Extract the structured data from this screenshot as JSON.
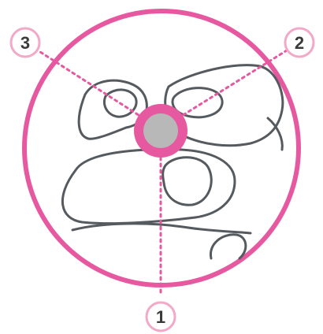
{
  "callouts": {
    "c1": {
      "label": "1"
    },
    "c2": {
      "label": "2"
    },
    "c3": {
      "label": "3"
    }
  },
  "colors": {
    "accent": "#e6589f",
    "accent_light": "#f2a9c8",
    "line_art": "#555a5f",
    "indicator_fill": "#b8b8b8",
    "text": "#3a3a3a",
    "background": "#ffffff"
  },
  "icons": {
    "main_illustration": "fingers-pinching-button-icon",
    "indicator": "button-dot-icon"
  }
}
